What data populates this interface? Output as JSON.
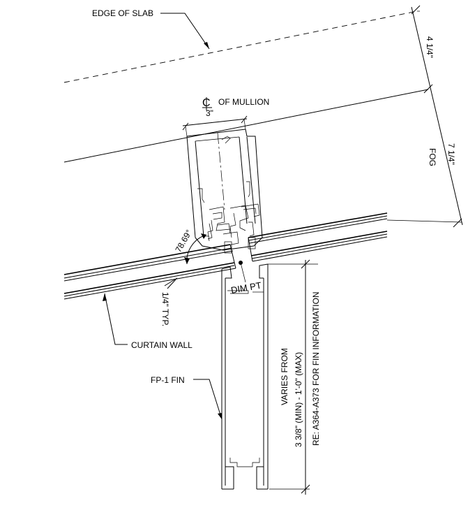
{
  "labels": {
    "edge_of_slab": "EDGE OF SLAB",
    "centerline_symbol": "CL",
    "of_mullion": "OF MULLION",
    "mullion_width": "3\"",
    "dim_4_1_4": "4 1/4\"",
    "dim_7_1_4": "7 1/4\"",
    "fog": "FOG",
    "angle": "78.69°",
    "dim_pt": "DIM PT",
    "quarter_typ": "1/4\" TYP.",
    "curtain_wall": "CURTAIN WALL",
    "fp1_fin": "FP-1 FIN",
    "varies_line1": "VARIES FROM",
    "varies_line2": "3 3/8\"  (MIN)  - 1'-0\"  (MAX)",
    "varies_line3": "RE: A364-A373 FOR FIN INFORMATION"
  }
}
